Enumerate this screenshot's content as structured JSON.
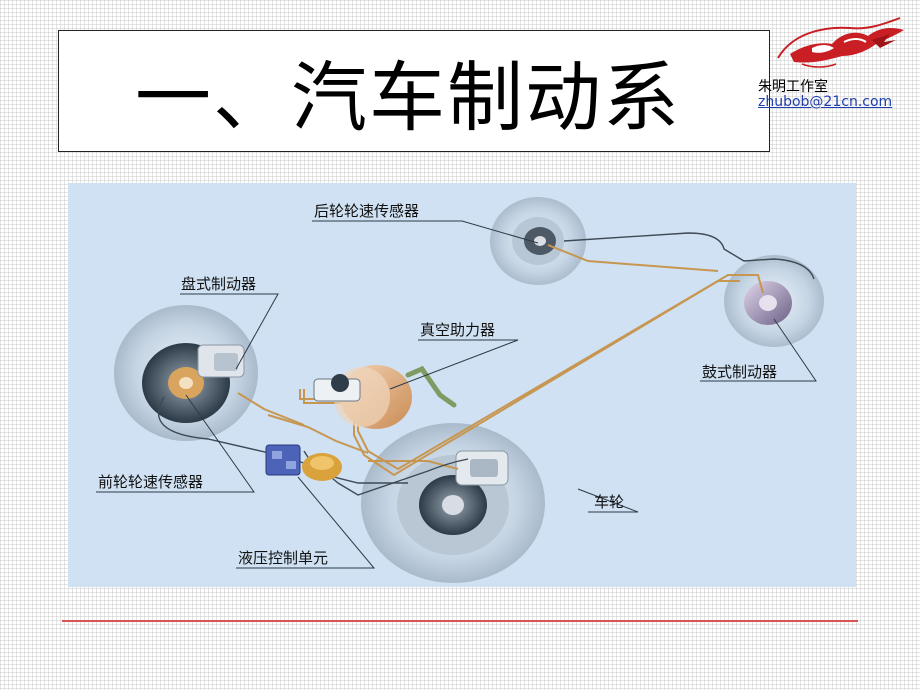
{
  "slide": {
    "title": "一、汽车制动系",
    "studio_name": "朱明工作室",
    "studio_email": "zhubob@21cn.com"
  },
  "diagram": {
    "labels": {
      "rear_wheel_speed_sensor": "后轮轮速传感器",
      "disc_brake": "盘式制动器",
      "vacuum_booster": "真空助力器",
      "drum_brake": "鼓式制动器",
      "front_wheel_speed_sensor": "前轮轮速传感器",
      "wheel": "车轮",
      "hydraulic_control_unit": "液压控制单元"
    }
  },
  "colors": {
    "panel_bg": "#cfe1f2",
    "brake_line": "#c79650",
    "sensor_wire": "#3e4a55",
    "divider": "#d85555",
    "email_link": "#1f3fae",
    "logo_red": "#c81e24"
  },
  "icons": {
    "logo": "red-horse-logo"
  }
}
